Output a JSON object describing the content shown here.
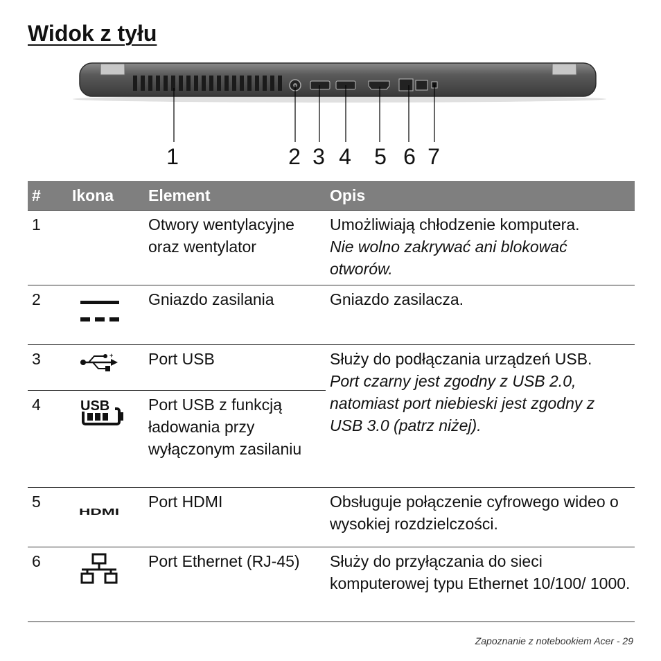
{
  "page": {
    "title": "Widok z tyłu",
    "footer": "Zapoznanie z notebookiem Acer -  29"
  },
  "callouts": [
    "1",
    "2",
    "3",
    "4",
    "5",
    "6",
    "7"
  ],
  "table": {
    "headers": [
      "#",
      "Ikona",
      "Element",
      "Opis"
    ],
    "rows": [
      {
        "num": "1",
        "icon": "",
        "element": "Otwory wentylacyjne oraz wentylator",
        "desc": "Umożliwiają chłodzenie komputera.",
        "desc_italic": "Nie wolno zakrywać ani blokować otworów."
      },
      {
        "num": "2",
        "icon": "dc-power-icon",
        "element": "Gniazdo zasilania",
        "desc": "Gniazdo zasilacza.",
        "desc_italic": ""
      },
      {
        "num": "3",
        "icon": "usb-icon",
        "element": "Port USB",
        "desc": "Służy do podłączania urządzeń USB.",
        "desc_italic": "Port czarny jest zgodny z USB 2.0, natomiast port niebieski jest zgodny z USB 3.0 (patrz niżej)."
      },
      {
        "num": "4",
        "icon": "usb-charge-icon",
        "icon_text": "USB",
        "element": "Port USB z funkcją ładowania przy wyłączonym zasilaniu"
      },
      {
        "num": "5",
        "icon": "hdmi-icon",
        "icon_text": "HDMI",
        "element": "Port HDMI",
        "desc": "Obsługuje połączenie cyfrowego wideo o wysokiej rozdzielczości.",
        "desc_italic": ""
      },
      {
        "num": "6",
        "icon": "ethernet-icon",
        "element": "Port Ethernet (RJ-45)",
        "desc": "Służy do przyłączania do sieci komputerowej typu Ethernet 10/100/ 1000.",
        "desc_italic": ""
      }
    ]
  }
}
